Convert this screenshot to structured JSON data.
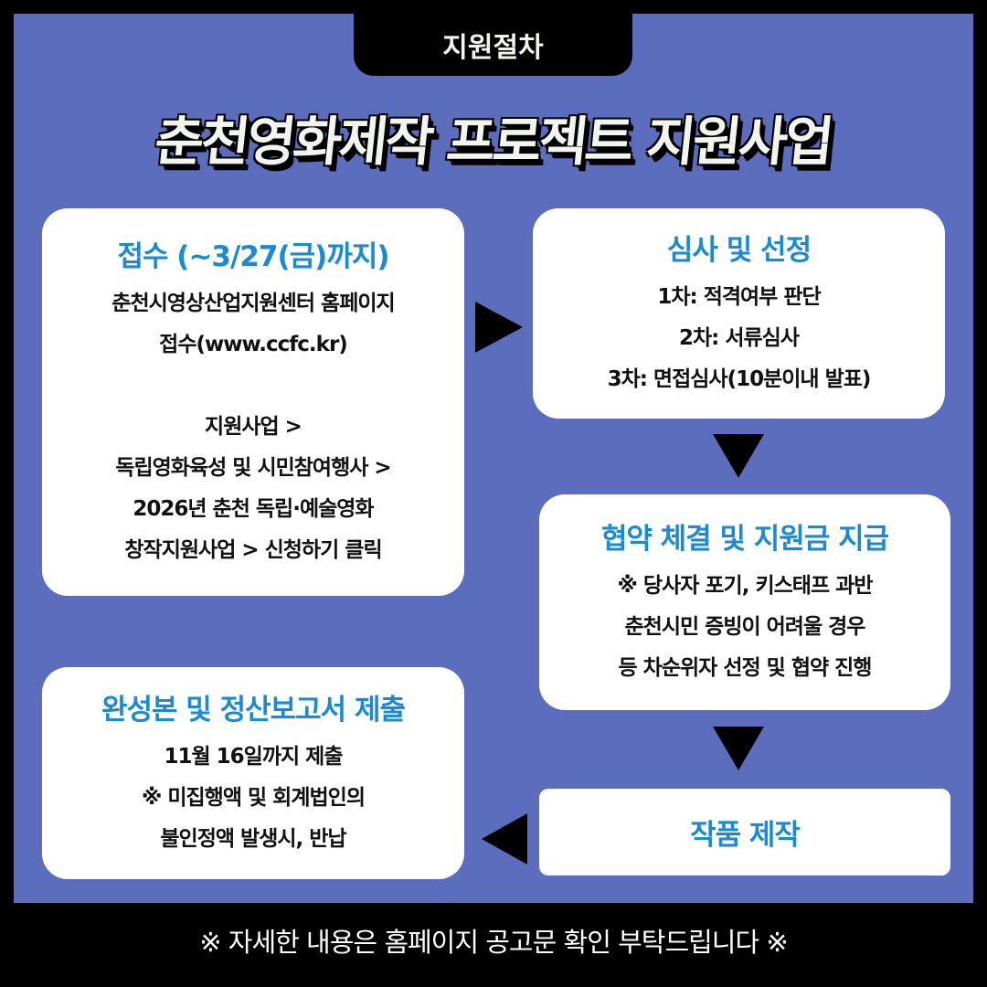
{
  "tab_label": "지원절차",
  "title": "춘천영화제작 프로젝트 지원사업",
  "steps": {
    "receipt": {
      "heading": "접수 (~3/27(금)까지)",
      "lines": [
        "춘천시영상산업지원센터 홈페이지",
        "접수(www.ccfc.kr)",
        "",
        "지원사업 >",
        "독립영화육성 및 시민참여행사 >",
        "2026년 춘천 독립·예술영화",
        "창작지원사업 > 신청하기 클릭"
      ]
    },
    "review": {
      "heading": "심사 및 선정",
      "lines": [
        "1차: 적격여부 판단",
        "2차: 서류심사",
        "3차: 면접심사(10분이내 발표)"
      ]
    },
    "contract": {
      "heading": "협약 체결 및 지원금 지급",
      "lines": [
        "※ 당사자 포기, 키스태프 과반",
        "춘천시민 증빙이 어려울 경우",
        "등 차순위자 선정 및 협약 진행"
      ]
    },
    "production": {
      "heading": "작품 제작"
    },
    "submission": {
      "heading": "완성본 및 정산보고서 제출",
      "lines": [
        "11월 16일까지 제출",
        "※ 미집행액 및 회계법인의",
        "불인정액 발생시, 반납"
      ]
    }
  },
  "footer": "※ 자세한 내용은 홈페이지 공고문 확인 부탁드립니다 ※",
  "colors": {
    "background": "#5c6dbd",
    "heading": "#1a8ad4",
    "frame": "#000000"
  }
}
